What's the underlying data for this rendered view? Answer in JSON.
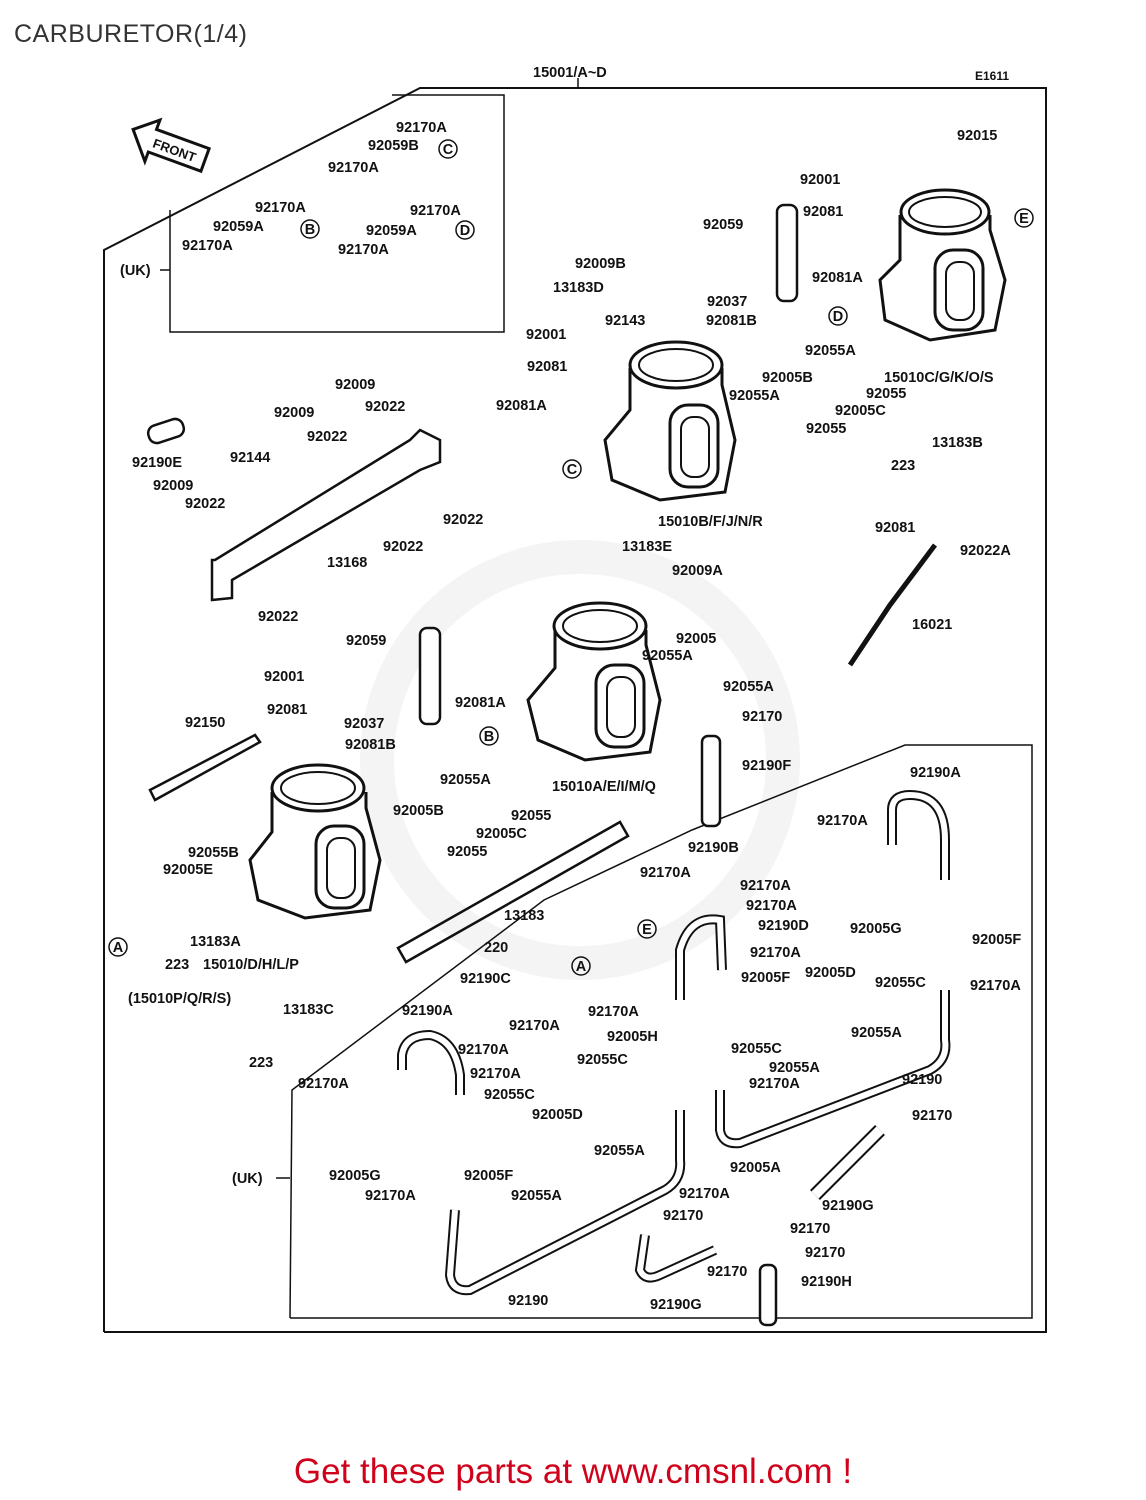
{
  "title": "CARBURETOR(1/4)",
  "cta": "Get these parts at www.cmsnl.com !",
  "diagram": {
    "assembly_label": "15001/A~D",
    "ref_code": "E1611",
    "front": "FRONT",
    "uk": "(UK)",
    "markers": [
      "A",
      "B",
      "C",
      "D",
      "E"
    ],
    "parts": [
      {
        "id": "p1",
        "text": "92170A"
      },
      {
        "id": "p2",
        "text": "92059B"
      },
      {
        "id": "p3",
        "text": "92170A"
      },
      {
        "id": "p4",
        "text": "92170A"
      },
      {
        "id": "p5",
        "text": "92059A"
      },
      {
        "id": "p6",
        "text": "92170A"
      },
      {
        "id": "p7",
        "text": "92170A"
      },
      {
        "id": "p8",
        "text": "92059A"
      },
      {
        "id": "p9",
        "text": "92170A"
      },
      {
        "id": "p10",
        "text": "92015"
      },
      {
        "id": "p11",
        "text": "92001"
      },
      {
        "id": "p12",
        "text": "92081"
      },
      {
        "id": "p13",
        "text": "92059"
      },
      {
        "id": "p14",
        "text": "92081A"
      },
      {
        "id": "p15",
        "text": "92009B"
      },
      {
        "id": "p16",
        "text": "13183D"
      },
      {
        "id": "p17",
        "text": "92037"
      },
      {
        "id": "p18",
        "text": "92081B"
      },
      {
        "id": "p19",
        "text": "92001"
      },
      {
        "id": "p20",
        "text": "92143"
      },
      {
        "id": "p21",
        "text": "92055A"
      },
      {
        "id": "p22",
        "text": "92081"
      },
      {
        "id": "p23",
        "text": "92005B"
      },
      {
        "id": "p24",
        "text": "92055"
      },
      {
        "id": "p25",
        "text": "15010C/G/K/O/S"
      },
      {
        "id": "p26",
        "text": "92055A"
      },
      {
        "id": "p27",
        "text": "92081A"
      },
      {
        "id": "p28",
        "text": "92005C"
      },
      {
        "id": "p29",
        "text": "92055"
      },
      {
        "id": "p30",
        "text": "13183B"
      },
      {
        "id": "p31",
        "text": "223"
      },
      {
        "id": "p32",
        "text": "92009"
      },
      {
        "id": "p33",
        "text": "92022"
      },
      {
        "id": "p34",
        "text": "92009"
      },
      {
        "id": "p35",
        "text": "92022"
      },
      {
        "id": "p36",
        "text": "92190E"
      },
      {
        "id": "p37",
        "text": "92144"
      },
      {
        "id": "p38",
        "text": "92009"
      },
      {
        "id": "p39",
        "text": "92022"
      },
      {
        "id": "p40",
        "text": "92022"
      },
      {
        "id": "p41",
        "text": "92022"
      },
      {
        "id": "p42",
        "text": "13168"
      },
      {
        "id": "p43",
        "text": "92022"
      },
      {
        "id": "p44",
        "text": "15010B/F/J/N/R"
      },
      {
        "id": "p45",
        "text": "13183E"
      },
      {
        "id": "p46",
        "text": "92009A"
      },
      {
        "id": "p47",
        "text": "92081"
      },
      {
        "id": "p48",
        "text": "92022A"
      },
      {
        "id": "p49",
        "text": "16021"
      },
      {
        "id": "p50",
        "text": "92059"
      },
      {
        "id": "p51",
        "text": "92005"
      },
      {
        "id": "p52",
        "text": "92055A"
      },
      {
        "id": "p53",
        "text": "92055A"
      },
      {
        "id": "p54",
        "text": "92001"
      },
      {
        "id": "p55",
        "text": "92081A"
      },
      {
        "id": "p56",
        "text": "92170"
      },
      {
        "id": "p57",
        "text": "92150"
      },
      {
        "id": "p58",
        "text": "92081"
      },
      {
        "id": "p59",
        "text": "92037"
      },
      {
        "id": "p60",
        "text": "92081B"
      },
      {
        "id": "p61",
        "text": "92190F"
      },
      {
        "id": "p62",
        "text": "92055A"
      },
      {
        "id": "p63",
        "text": "15010A/E/I/M/Q"
      },
      {
        "id": "p64",
        "text": "92005B"
      },
      {
        "id": "p65",
        "text": "92055"
      },
      {
        "id": "p66",
        "text": "92005C"
      },
      {
        "id": "p67",
        "text": "92055"
      },
      {
        "id": "p68",
        "text": "92190A"
      },
      {
        "id": "p69",
        "text": "92170A"
      },
      {
        "id": "p70",
        "text": "92055B"
      },
      {
        "id": "p71",
        "text": "92005E"
      },
      {
        "id": "p72",
        "text": "92190B"
      },
      {
        "id": "p73",
        "text": "92170A"
      },
      {
        "id": "p74",
        "text": "92170A"
      },
      {
        "id": "p75",
        "text": "13183"
      },
      {
        "id": "p76",
        "text": "92170A"
      },
      {
        "id": "p77",
        "text": "92005G"
      },
      {
        "id": "p78",
        "text": "13183A"
      },
      {
        "id": "p79",
        "text": "92190D"
      },
      {
        "id": "p80",
        "text": "92005F"
      },
      {
        "id": "p81",
        "text": "223"
      },
      {
        "id": "p82",
        "text": "15010/D/H/L/P"
      },
      {
        "id": "p83",
        "text": "220"
      },
      {
        "id": "p84",
        "text": "92170A"
      },
      {
        "id": "p85",
        "text": "(15010P/Q/R/S)"
      },
      {
        "id": "p86",
        "text": "92190C"
      },
      {
        "id": "p87",
        "text": "92005F"
      },
      {
        "id": "p88",
        "text": "92005D"
      },
      {
        "id": "p89",
        "text": "92055C"
      },
      {
        "id": "p90",
        "text": "92170A"
      },
      {
        "id": "p91",
        "text": "13183C"
      },
      {
        "id": "p92",
        "text": "92170A"
      },
      {
        "id": "p93",
        "text": "92190A"
      },
      {
        "id": "p94",
        "text": "92170A"
      },
      {
        "id": "p95",
        "text": "92005H"
      },
      {
        "id": "p96",
        "text": "92055C"
      },
      {
        "id": "p97",
        "text": "92055A"
      },
      {
        "id": "p98",
        "text": "223"
      },
      {
        "id": "p99",
        "text": "92170A"
      },
      {
        "id": "p100",
        "text": "92055C"
      },
      {
        "id": "p101",
        "text": "92055A"
      },
      {
        "id": "p102",
        "text": "92170A"
      },
      {
        "id": "p103",
        "text": "92170A"
      },
      {
        "id": "p104",
        "text": "92190"
      },
      {
        "id": "p105",
        "text": "92055C"
      },
      {
        "id": "p106",
        "text": "92170A"
      },
      {
        "id": "p107",
        "text": "92005D"
      },
      {
        "id": "p108",
        "text": "92170"
      },
      {
        "id": "p109",
        "text": "92055A"
      },
      {
        "id": "p110",
        "text": "92005G"
      },
      {
        "id": "p111",
        "text": "92005F"
      },
      {
        "id": "p112",
        "text": "92005A"
      },
      {
        "id": "p113",
        "text": "92170A"
      },
      {
        "id": "p114",
        "text": "92055A"
      },
      {
        "id": "p115",
        "text": "92170A"
      },
      {
        "id": "p116",
        "text": "92190G"
      },
      {
        "id": "p117",
        "text": "92170"
      },
      {
        "id": "p118",
        "text": "92170"
      },
      {
        "id": "p119",
        "text": "92170"
      },
      {
        "id": "p120",
        "text": "92170"
      },
      {
        "id": "p121",
        "text": "92190H"
      },
      {
        "id": "p122",
        "text": "92190"
      },
      {
        "id": "p123",
        "text": "92190G"
      }
    ]
  }
}
